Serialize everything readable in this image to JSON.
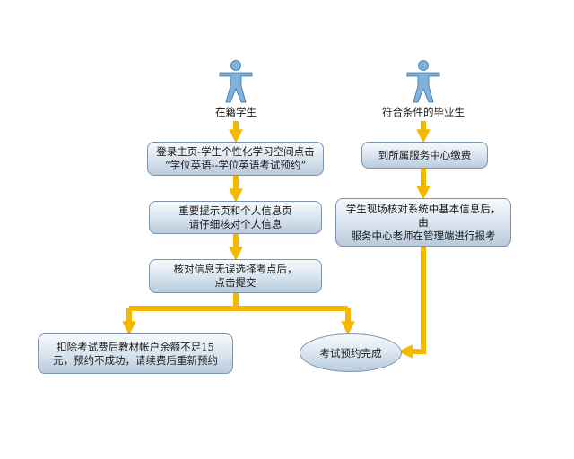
{
  "actors": {
    "left": {
      "label": "在籍学生",
      "icon": "person-icon"
    },
    "right": {
      "label": "符合条件的毕业生",
      "icon": "person-icon"
    }
  },
  "left_flow": {
    "step1": {
      "line1": "登录主页-学生个性化学习空间点击",
      "line2": "“学位英语--学位英语考试预约”"
    },
    "step2": {
      "line1": "重要提示页和个人信息页",
      "line2": "请仔细核对个人信息"
    },
    "step3": {
      "line1": "核对信息无误选择考点后，",
      "line2": "点击提交"
    },
    "fail": {
      "line1": "扣除考试费后教材帐户余额不足15",
      "line2": "元，预约不成功，请续费后重新预约"
    }
  },
  "right_flow": {
    "step1": {
      "line1": "到所属服务中心缴费"
    },
    "step2": {
      "line1": "学生现场核对系统中基本信息后，由",
      "line2": "服务中心老师在管理端进行报考"
    }
  },
  "end": {
    "label": "考试预约完成"
  },
  "colors": {
    "arrow": "#f5b800",
    "person": "#7fb2dc",
    "box_border": "#7f93aa"
  }
}
